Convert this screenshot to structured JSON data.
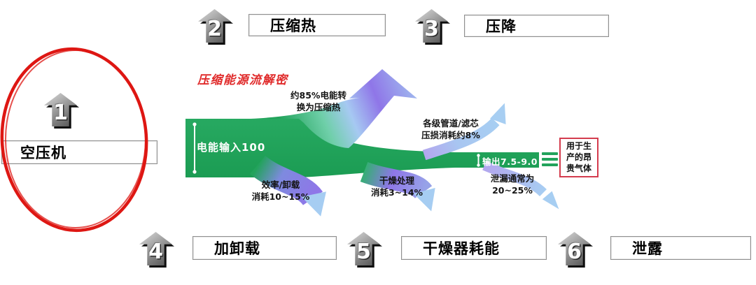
{
  "title": {
    "text": "压缩能源流解密",
    "color": "#E02A2A"
  },
  "source_marker": {
    "number": "1",
    "label": "空压机",
    "circled": true
  },
  "top_markers": [
    {
      "number": "2",
      "label": "压缩热"
    },
    {
      "number": "3",
      "label": "压降"
    }
  ],
  "bottom_markers": [
    {
      "number": "4",
      "label": "加卸载"
    },
    {
      "number": "5",
      "label": "干燥器耗能"
    },
    {
      "number": "6",
      "label": "泄露"
    }
  ],
  "sankey": {
    "input_label": "电能输入100",
    "output_label": "输出7.5-9.0",
    "output_box": {
      "line1": "用于生",
      "line2": "产的昂",
      "line3": "贵气体"
    },
    "notes": {
      "heat": {
        "line1": "约85%电能转",
        "line2": "换为压缩热"
      },
      "pipe": {
        "line1": "各级管道/滤芯",
        "line2": "压损消耗约8%"
      },
      "unload": {
        "line1": "效率/卸载",
        "line2": "消耗10~15%"
      },
      "dry": {
        "line1": "干燥处理",
        "line2": "消耗3~14%"
      },
      "leak": {
        "line1": "泄漏通常为",
        "line2": "20~25%"
      }
    },
    "flows": [
      {
        "name": "压缩热",
        "value": "约85%"
      },
      {
        "name": "管道/滤芯压损",
        "value": "约8%"
      },
      {
        "name": "效率/卸载",
        "value": "10~15%"
      },
      {
        "name": "干燥处理",
        "value": "3~14%"
      },
      {
        "name": "泄漏",
        "value": "20~25%"
      },
      {
        "name": "输出",
        "value": "7.5-9.0"
      }
    ],
    "colors": {
      "band_green": "#22A35B",
      "branch_purple": "#8F76E8",
      "branch_blue": "#A7CEF2",
      "circle_red": "#DE1713",
      "output_box_border": "#D43C4E"
    }
  }
}
